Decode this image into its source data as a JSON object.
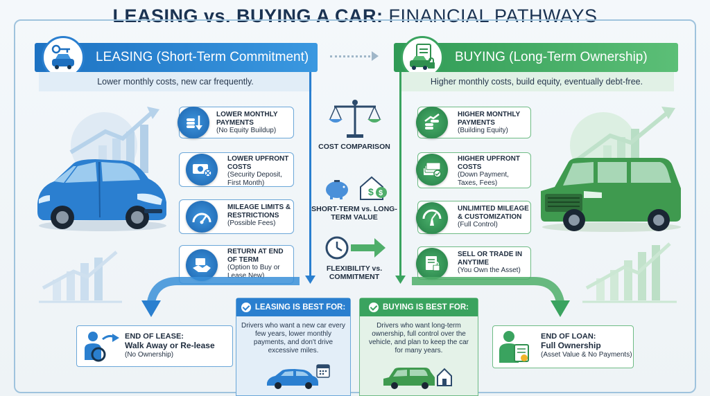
{
  "title": {
    "bold": "LEASING vs. BUYING A CAR:",
    "light": "FINANCIAL PATHWAYS"
  },
  "leasing": {
    "header": "LEASING (Short-Term Commitment)",
    "subtitle": "Lower monthly costs, new car frequently.",
    "features": [
      {
        "title": "LOWER MONTHLY PAYMENTS",
        "note": "(No Equity Buildup)",
        "icon": "coin-stack-down-icon"
      },
      {
        "title": "LOWER UPFRONT COSTS",
        "note": "(Security Deposit, First Month)",
        "icon": "cash-icon"
      },
      {
        "title": "MILEAGE LIMITS & RESTRICTIONS",
        "note": "(Possible Fees)",
        "icon": "odometer-icon"
      },
      {
        "title": "RETURN AT END OF TERM",
        "note": "(Option to Buy or Lease New)",
        "icon": "handshake-icon"
      }
    ],
    "end_title": "END OF LEASE:",
    "end_main": "Walk Away or Re-lease",
    "end_note": "(No Ownership)",
    "best_header": "LEASING IS BEST FOR:",
    "best_text": "Drivers who want a new car every few years, lower monthly payments, and don't drive excessive miles.",
    "accent": "#2a7fcf"
  },
  "buying": {
    "header": "BUYING (Long-Term Ownership)",
    "subtitle": "Higher monthly costs, build equity, eventually debt-free.",
    "features": [
      {
        "title": "HIGHER MONTHLY PAYMENTS",
        "note": "(Building Equity)",
        "icon": "coin-stack-up-icon"
      },
      {
        "title": "HIGHER UPFRONT COSTS",
        "note": "(Down Payment, Taxes, Fees)",
        "icon": "money-stack-icon"
      },
      {
        "title": "UNLIMITED MILEAGE & CUSTOMIZATION",
        "note": "(Full Control)",
        "icon": "speedometer-road-icon"
      },
      {
        "title": "SELL OR TRADE IN ANYTIME",
        "note": "(You Own the Asset)",
        "icon": "title-document-icon"
      }
    ],
    "end_title": "END OF LOAN:",
    "end_main": "Full Ownership",
    "end_note": "(Asset Value & No Payments)",
    "best_header": "BUYING IS BEST FOR:",
    "best_text": "Drivers who want long-term ownership, full control over the vehicle, and plan to keep the car for many years.",
    "accent": "#3aa35f"
  },
  "middle": {
    "cost": "COST COMPARISON",
    "value": "SHORT-TERM vs. LONG-TERM VALUE",
    "flex": "FLEXIBILITY vs. COMMITMENT"
  }
}
